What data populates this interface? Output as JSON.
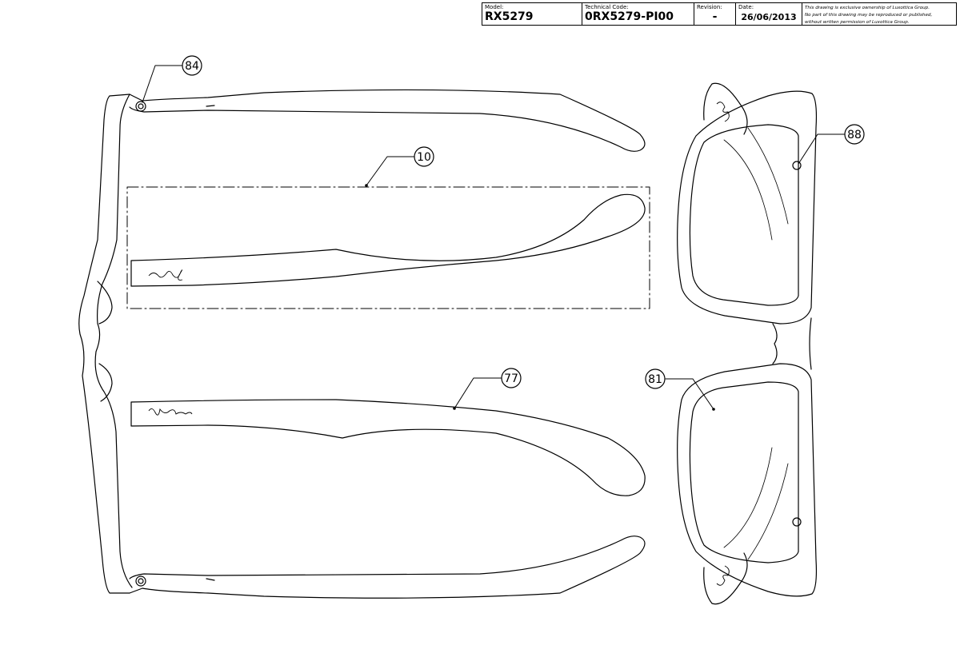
{
  "title_block": {
    "model_label": "Model:",
    "model_value": "RX5279",
    "code_label": "Technical Code:",
    "code_value": "0RX5279-PI00",
    "revision_label": "Revision:",
    "revision_value": "-",
    "date_label": "Date:",
    "date_value": "26/06/2013",
    "notice_line1": "This drawing is exclusive ownership of Luxottica Group.",
    "notice_line2": "No part of this drawing may be reproduced or published,",
    "notice_line3": "without written permission of Luxottica Group."
  },
  "callouts": {
    "c84": "84",
    "c10": "10",
    "c77": "77",
    "c88": "88",
    "c81": "81"
  },
  "logos": {
    "temple_logo_top": "Ray-Ban",
    "temple_logo_bottom": "Ray-Ban"
  }
}
